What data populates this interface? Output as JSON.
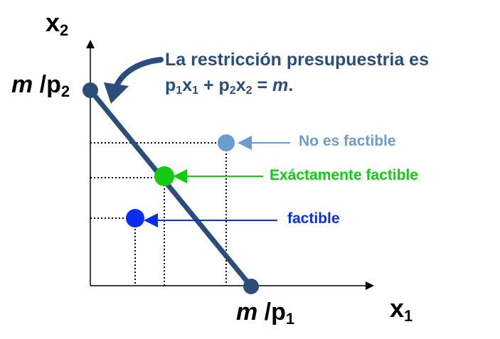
{
  "axes": {
    "x_var": "x",
    "x_sub": "1",
    "y_var": "x",
    "y_sub": "2"
  },
  "intercepts": {
    "y_m": "m",
    "y_sep": " /p",
    "y_sub": "2",
    "x_m": "m",
    "x_sep": " /p",
    "x_sub": "1"
  },
  "budget_text": {
    "line1": "La restricción presupuestria es",
    "p1": "p",
    "s1": "1",
    "x1": "x",
    "s2": "1",
    "plus": " + ",
    "p2": "p",
    "s3": "2",
    "x2": "x",
    "s4": "2",
    "eq": " = ",
    "m": "m",
    "dot": "."
  },
  "points": {
    "not_feasible": "No es factible",
    "exact": "Exáctamente factible",
    "feasible": "factible"
  },
  "colors": {
    "line": "#2a4d7a",
    "not_feasible": "#6a9cd0",
    "exact": "#11cc11",
    "feasible": "#0a2cf0"
  }
}
